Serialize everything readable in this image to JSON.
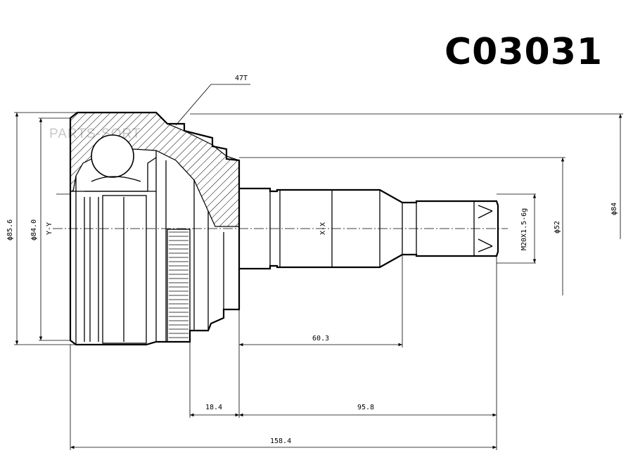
{
  "title": {
    "part_number": "C03031"
  },
  "watermark": "PARTS-SORT",
  "labels": {
    "teeth": "47T",
    "axis_x": "X-X",
    "axis_y": "Y-Y",
    "thread": "M20X1.5-6g"
  },
  "dimensions": {
    "d_outer": "ϕ85.6",
    "d_body": "ϕ84.0",
    "d_seal": "ϕ52",
    "d_flange": "ϕ84",
    "l_spline": "60.3",
    "l_ring": "18.4",
    "l_stub": "95.8",
    "l_total": "158.4"
  }
}
